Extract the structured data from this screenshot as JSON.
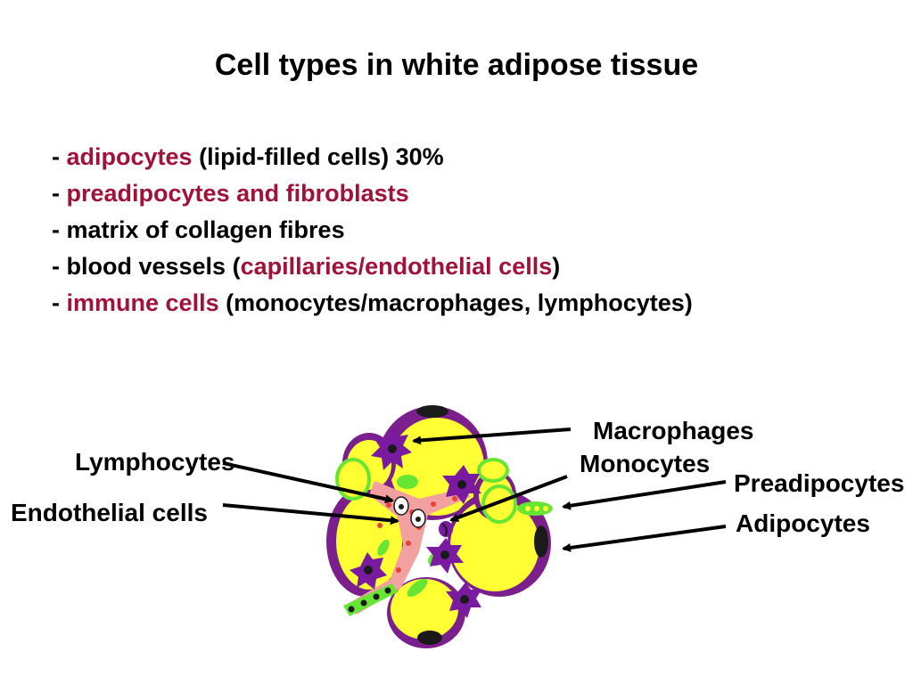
{
  "title": "Cell types in white adipose tissue",
  "bullets": [
    {
      "dash": "-",
      "highlight": "adipocytes",
      "rest": " (lipid-filled cells) 30%"
    },
    {
      "dash": "-",
      "highlight": "preadipocytes and fibroblasts",
      "rest": ""
    },
    {
      "dash": "-",
      "text": " matrix of collagen fibres"
    },
    {
      "dash": "-",
      "pre": " blood vessels (",
      "highlight": "capillaries/endothelial cells",
      "post": ")"
    },
    {
      "dash": "-",
      "highlight": "immune cells",
      "rest": " (monocytes/macrophages, lymphocytes)"
    }
  ],
  "labels": {
    "macrophages": "Macrophages",
    "monocytes": "Monocytes",
    "lymphocytes": "Lymphocytes",
    "endothelial": "Endothelial cells",
    "preadipocytes": "Preadipocytes",
    "adipocytes": "Adipocytes"
  },
  "colors": {
    "highlight": "#a0123a",
    "adipocyte_fill": "#ffff33",
    "adipocyte_rim": "#7a1f8c",
    "macrophage": "#7a1aa0",
    "preadipocyte": "#66e633",
    "vessel": "#f2a0a0"
  }
}
